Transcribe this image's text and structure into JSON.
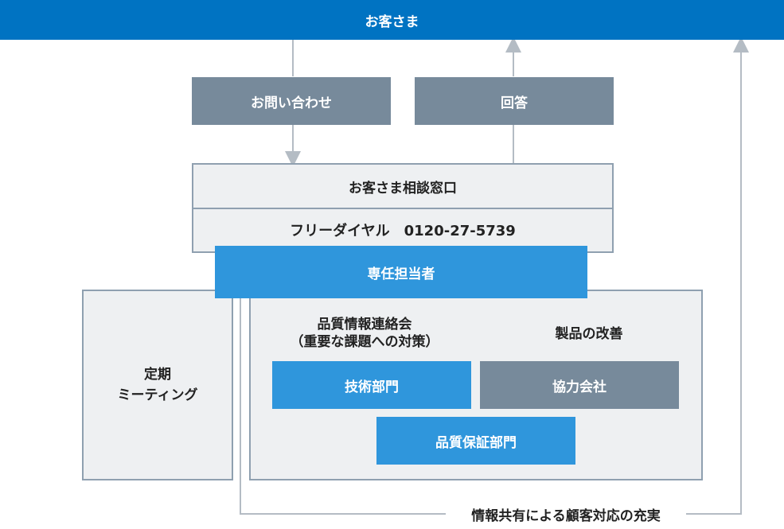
{
  "customer": "お客さま",
  "inquiry": "お問い合わせ",
  "answer": "回答",
  "consultation_window": {
    "title": "お客さま相談窓口",
    "phone": "フリーダイヤル　0120-27-5739"
  },
  "dedicated_staff": "専任担当者",
  "regular_meeting": "定期\nミーティング",
  "quality_meeting": "品質情報連絡会\n（重要な課題への対策）",
  "product_improvement": "製品の改善",
  "engineering_dept": "技術部門",
  "partner_companies": "協力会社",
  "quality_assurance_dept": "品質保証部門",
  "info_sharing_caption": "情報共有による顧客対応の充実",
  "colors": {
    "top_bar": "#0073c2",
    "gray_box": "#778a9b",
    "blue_box": "#2f96dc",
    "light_fill": "#eef0f2",
    "line": "#b4bcc4"
  }
}
